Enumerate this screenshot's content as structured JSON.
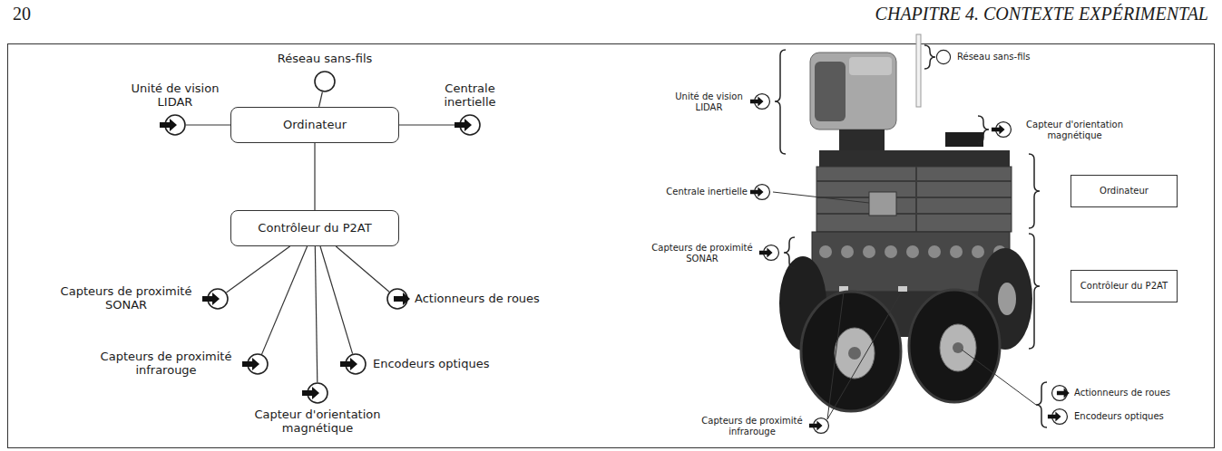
{
  "diagram": {
    "nodes": [
      {
        "text": [
          "Réseau sans-fils"
        ]
      },
      {
        "text": [
          "Unité de vision LIDAR"
        ]
      },
      {
        "text": [
          "Ordinateur"
        ]
      },
      {
        "text": [
          "Centrale inertielle"
        ]
      },
      {
        "text": [
          "Contrôleur du P2AT"
        ]
      },
      {
        "text": [
          "Capteurs de proximité SONAR"
        ]
      },
      {
        "text": [
          "Actionneurs de roues"
        ]
      },
      {
        "text": [
          "Capteurs de proximité infrarouge"
        ]
      },
      {
        "text": [
          "Encodeurs optiques"
        ]
      },
      {
        "text": [
          "Capteur d'orientation magnétique"
        ]
      },
      {
        "text": [
          "Réseau sans-fils"
        ]
      },
      {
        "text": [
          "Unité de vision LIDAR"
        ]
      },
      {
        "text": [
          "Capteur d'orientation magnétique"
        ]
      },
      {
        "text": [
          "Centrale inertielle"
        ]
      },
      {
        "text": [
          "Ordinateur"
        ]
      },
      {
        "text": [
          "Capteurs de proximité SONAR"
        ]
      },
      {
        "text": [
          "Contrôleur du P2AT"
        ]
      },
      {
        "text": [
          "Actionneurs de roues"
        ]
      },
      {
        "text": [
          "Capteurs de proximité infrarouge"
        ]
      },
      {
        "text": [
          "Encodeurs optiques"
        ]
      }
    ],
    "edges": [
      {
        "from": 0,
        "to": 2,
        "arrow": "none"
      },
      {
        "from": 1,
        "to": 2,
        "arrow": "none"
      },
      {
        "from": 2,
        "to": 3,
        "arrow": "none"
      },
      {
        "from": 2,
        "to": 4,
        "arrow": "none"
      },
      {
        "from": 4,
        "to": 5,
        "arrow": "none"
      },
      {
        "from": 4,
        "to": 6,
        "arrow": "none"
      },
      {
        "from": 4,
        "to": 7,
        "arrow": "none"
      },
      {
        "from": 4,
        "to": 8,
        "arrow": "none"
      },
      {
        "from": 4,
        "to": 9,
        "arrow": "none"
      }
    ],
    "labels": [
      "20",
      "CHAPITRE 4. CONTEXTE EXPÉRIMENTAL"
    ]
  }
}
